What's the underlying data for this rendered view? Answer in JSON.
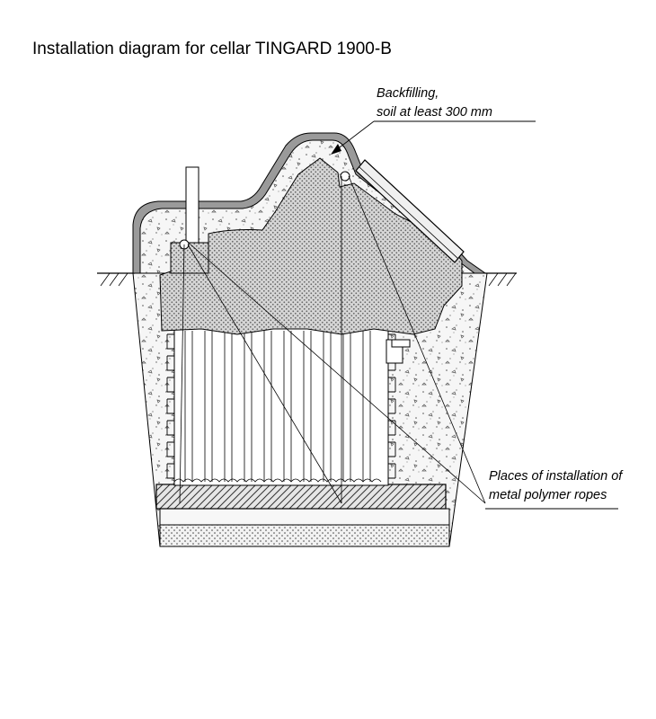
{
  "title": "Installation diagram for cellar TINGARD 1900-B",
  "annotations": {
    "backfill_line1": "Backfilling,",
    "backfill_line2": "soil at least 300 mm",
    "ropes_line1": "Places of installation of",
    "ropes_line2": "metal polymer ropes"
  },
  "colors": {
    "line": "#000000",
    "concrete_fill": "#f4f4f4",
    "foam_fill": "#cfcfcf",
    "background": "#ffffff"
  }
}
